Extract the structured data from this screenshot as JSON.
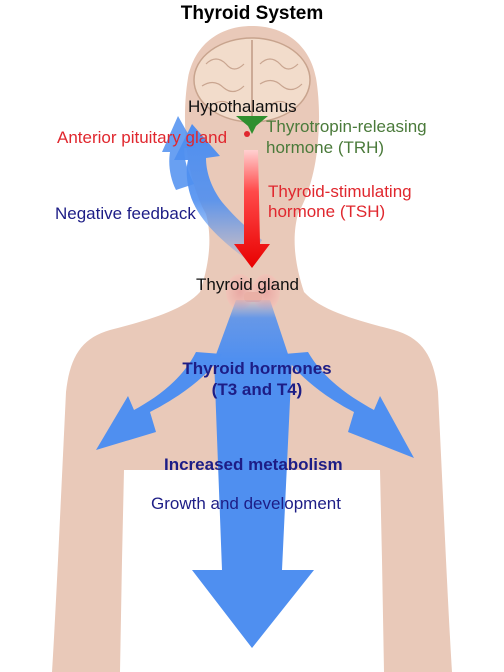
{
  "title": "Thyroid System",
  "labels": {
    "hypothalamus": "Hypothalamus",
    "anterior_pituitary": "Anterior pituitary gland",
    "trh_line1": "Thyrotropin-releasing",
    "trh_line2": "hormone (TRH)",
    "tsh_line1": "Thyroid-stimulating",
    "tsh_line2": "hormone (TSH)",
    "negative_feedback": "Negative feedback",
    "thyroid_gland": "Thyroid gland",
    "hormones_line1": "Thyroid hormones",
    "hormones_line2": "(T3 and T4)",
    "metabolism": "Increased metabolism",
    "growth": "Growth and development"
  },
  "colors": {
    "skin": "#e9c9b9",
    "brain": "#f2dccb",
    "feedback_blue": "#4f8ff0",
    "tsh_red": "#ee1111",
    "trh_green": "#2f8f2f",
    "label_red": "#e0272e",
    "label_green": "#4a7a3a",
    "label_navy": "#1d1d86"
  }
}
